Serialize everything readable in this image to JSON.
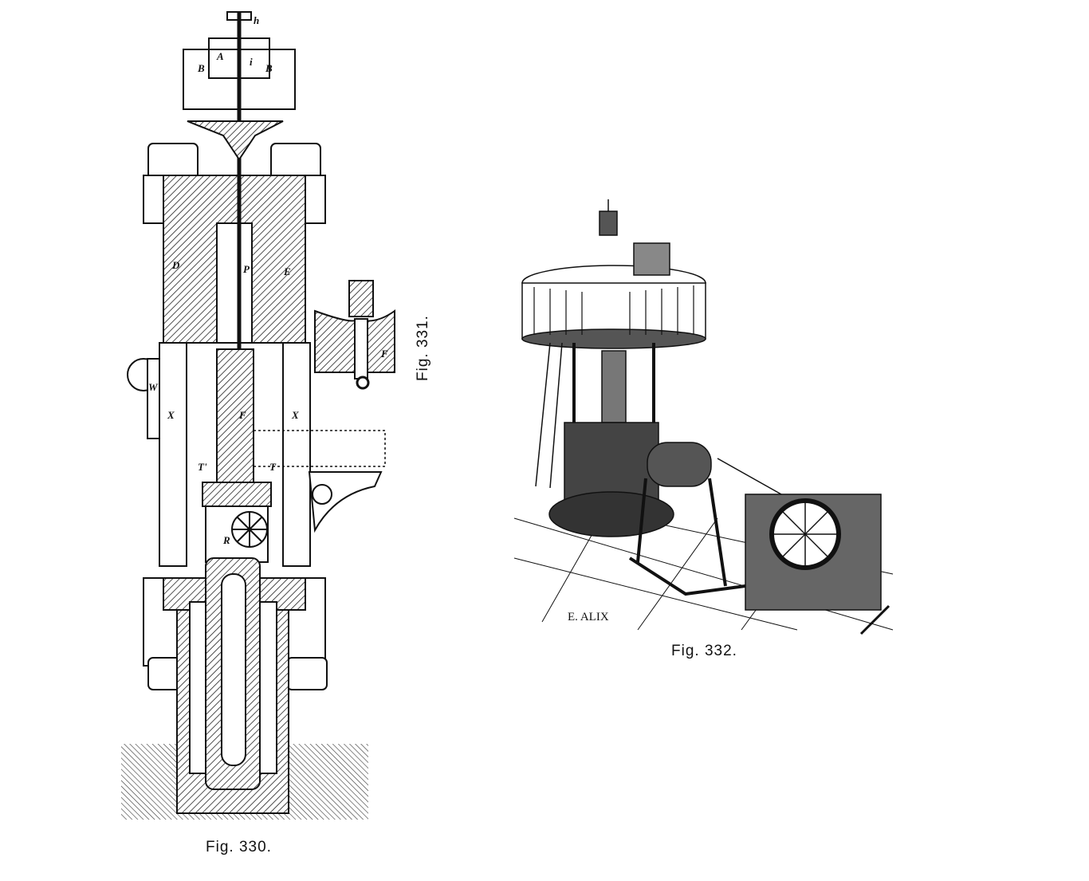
{
  "figures": [
    {
      "caption": "Fig. 330.",
      "labels": {
        "h": "h",
        "a": "A",
        "b_left": "B",
        "b_right": "B",
        "i": "i",
        "d": "D",
        "e": "E",
        "p": "P",
        "w": "W",
        "x_left": "X",
        "x_right": "X",
        "f": "F",
        "t_left": "T'",
        "t_right": "T",
        "r": "R"
      }
    },
    {
      "caption": "Fig. 331.",
      "labels": {
        "f": "F"
      }
    },
    {
      "caption": "Fig. 332.",
      "signature": "E. ALIX"
    }
  ],
  "colors": {
    "ink": "#111111",
    "paper": "#ffffff"
  }
}
